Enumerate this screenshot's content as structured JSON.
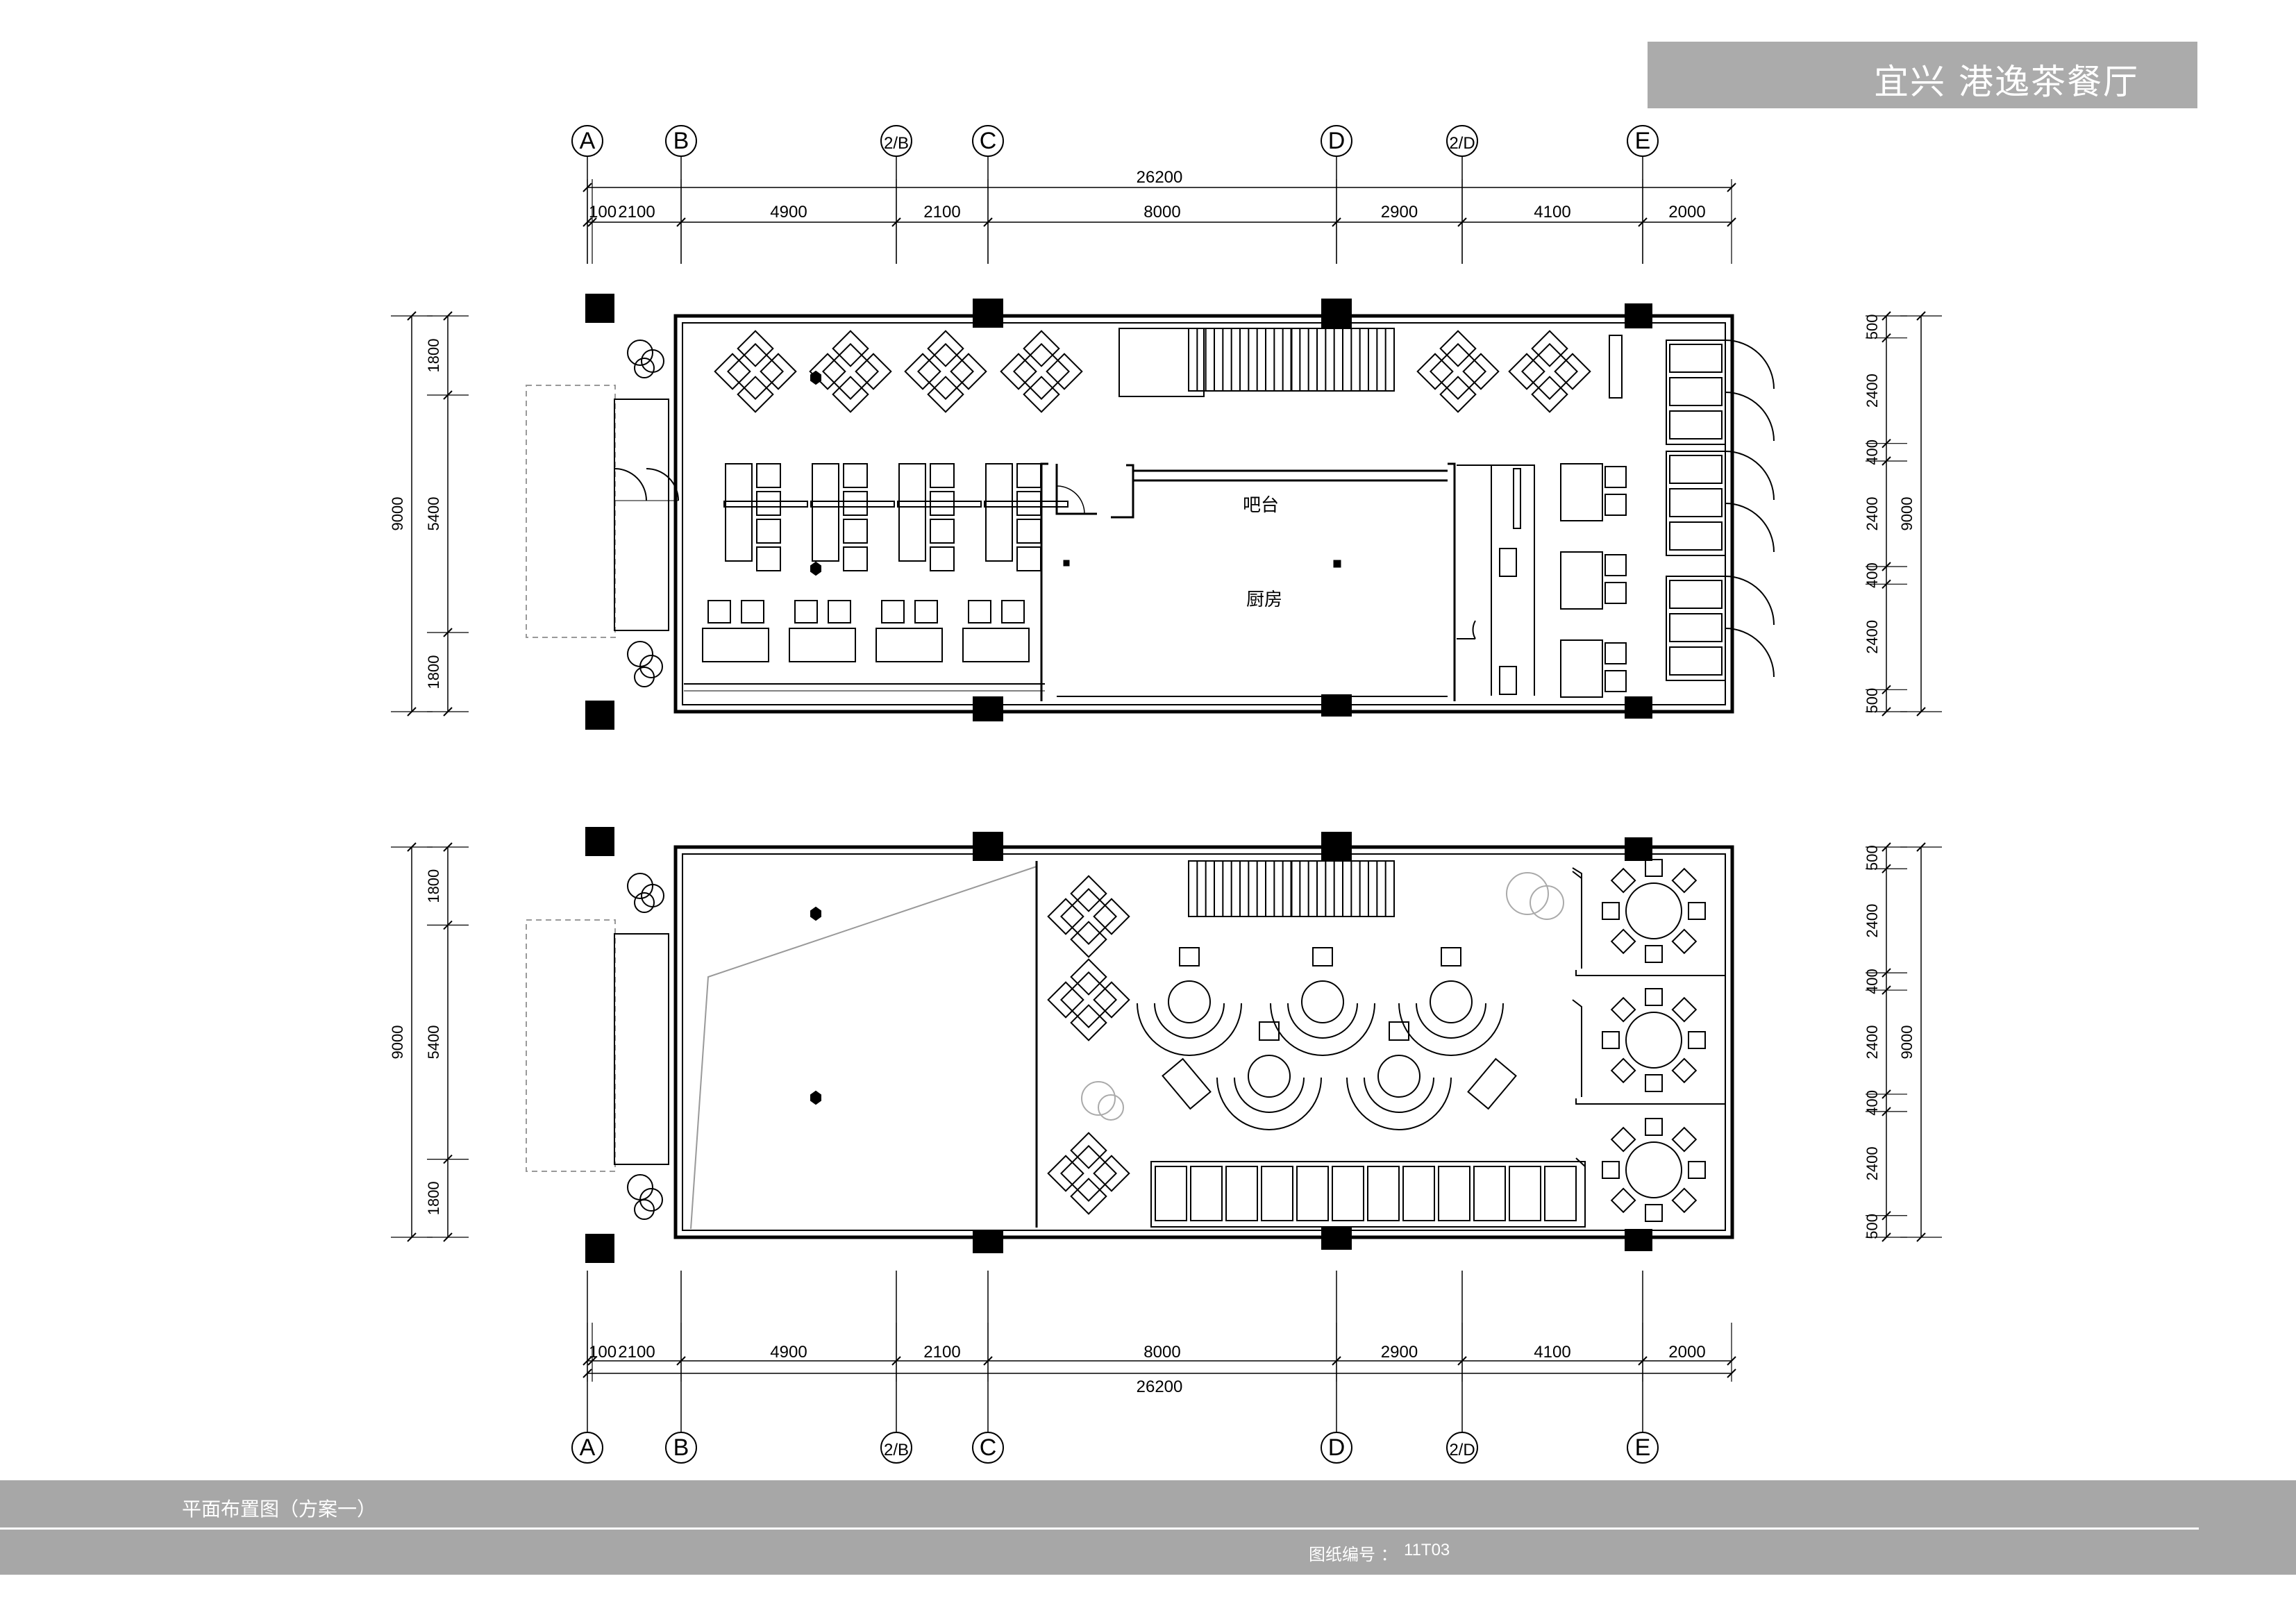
{
  "title": "宜兴  港逸茶餐厅",
  "drawing_name": "平面布置图（方案一）",
  "drawing_code_label": "图纸编号 ：",
  "drawing_code": "11T03",
  "axes": [
    "A",
    "B",
    "2/B",
    "C",
    "D",
    "2/D",
    "E"
  ],
  "horizontal_dims": {
    "total": "26200",
    "segments": [
      "100",
      "2100",
      "4900",
      "2100",
      "8000",
      "2900",
      "4100",
      "2000"
    ]
  },
  "vertical_dims": {
    "total": "9000",
    "left": [
      "1800",
      "5400",
      "1800"
    ],
    "right": [
      "500",
      "2400",
      "400",
      "2400",
      "400",
      "2400",
      "500"
    ]
  },
  "room_labels": {
    "bar": "吧台",
    "kitchen": "厨房"
  }
}
